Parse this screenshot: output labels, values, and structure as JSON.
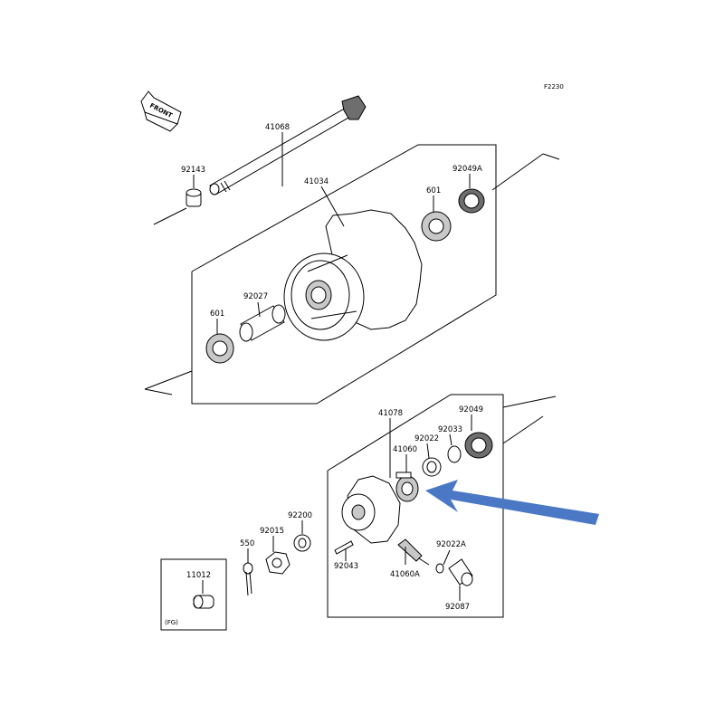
{
  "figure_code": "F2230",
  "front_label": "FRONT",
  "fg_label": "(FG)",
  "arrow_color": "#4a78c4",
  "parts": {
    "axle": "41068",
    "axle_collar": "92143",
    "seal_right_upper": "92049A",
    "hub": "41034",
    "bearing_right": "601",
    "spacer": "92027",
    "bearing_left": "601",
    "gear_housing": "41078",
    "seal_lower": "92049",
    "circlip": "92033",
    "washer_large": "92022",
    "gear": "41060",
    "washer_left": "92200",
    "pin": "92043",
    "pinion": "41060A",
    "washer_small": "92022A",
    "bushing": "92087",
    "nut": "92015",
    "cotter_pin": "550",
    "cap": "11012"
  }
}
